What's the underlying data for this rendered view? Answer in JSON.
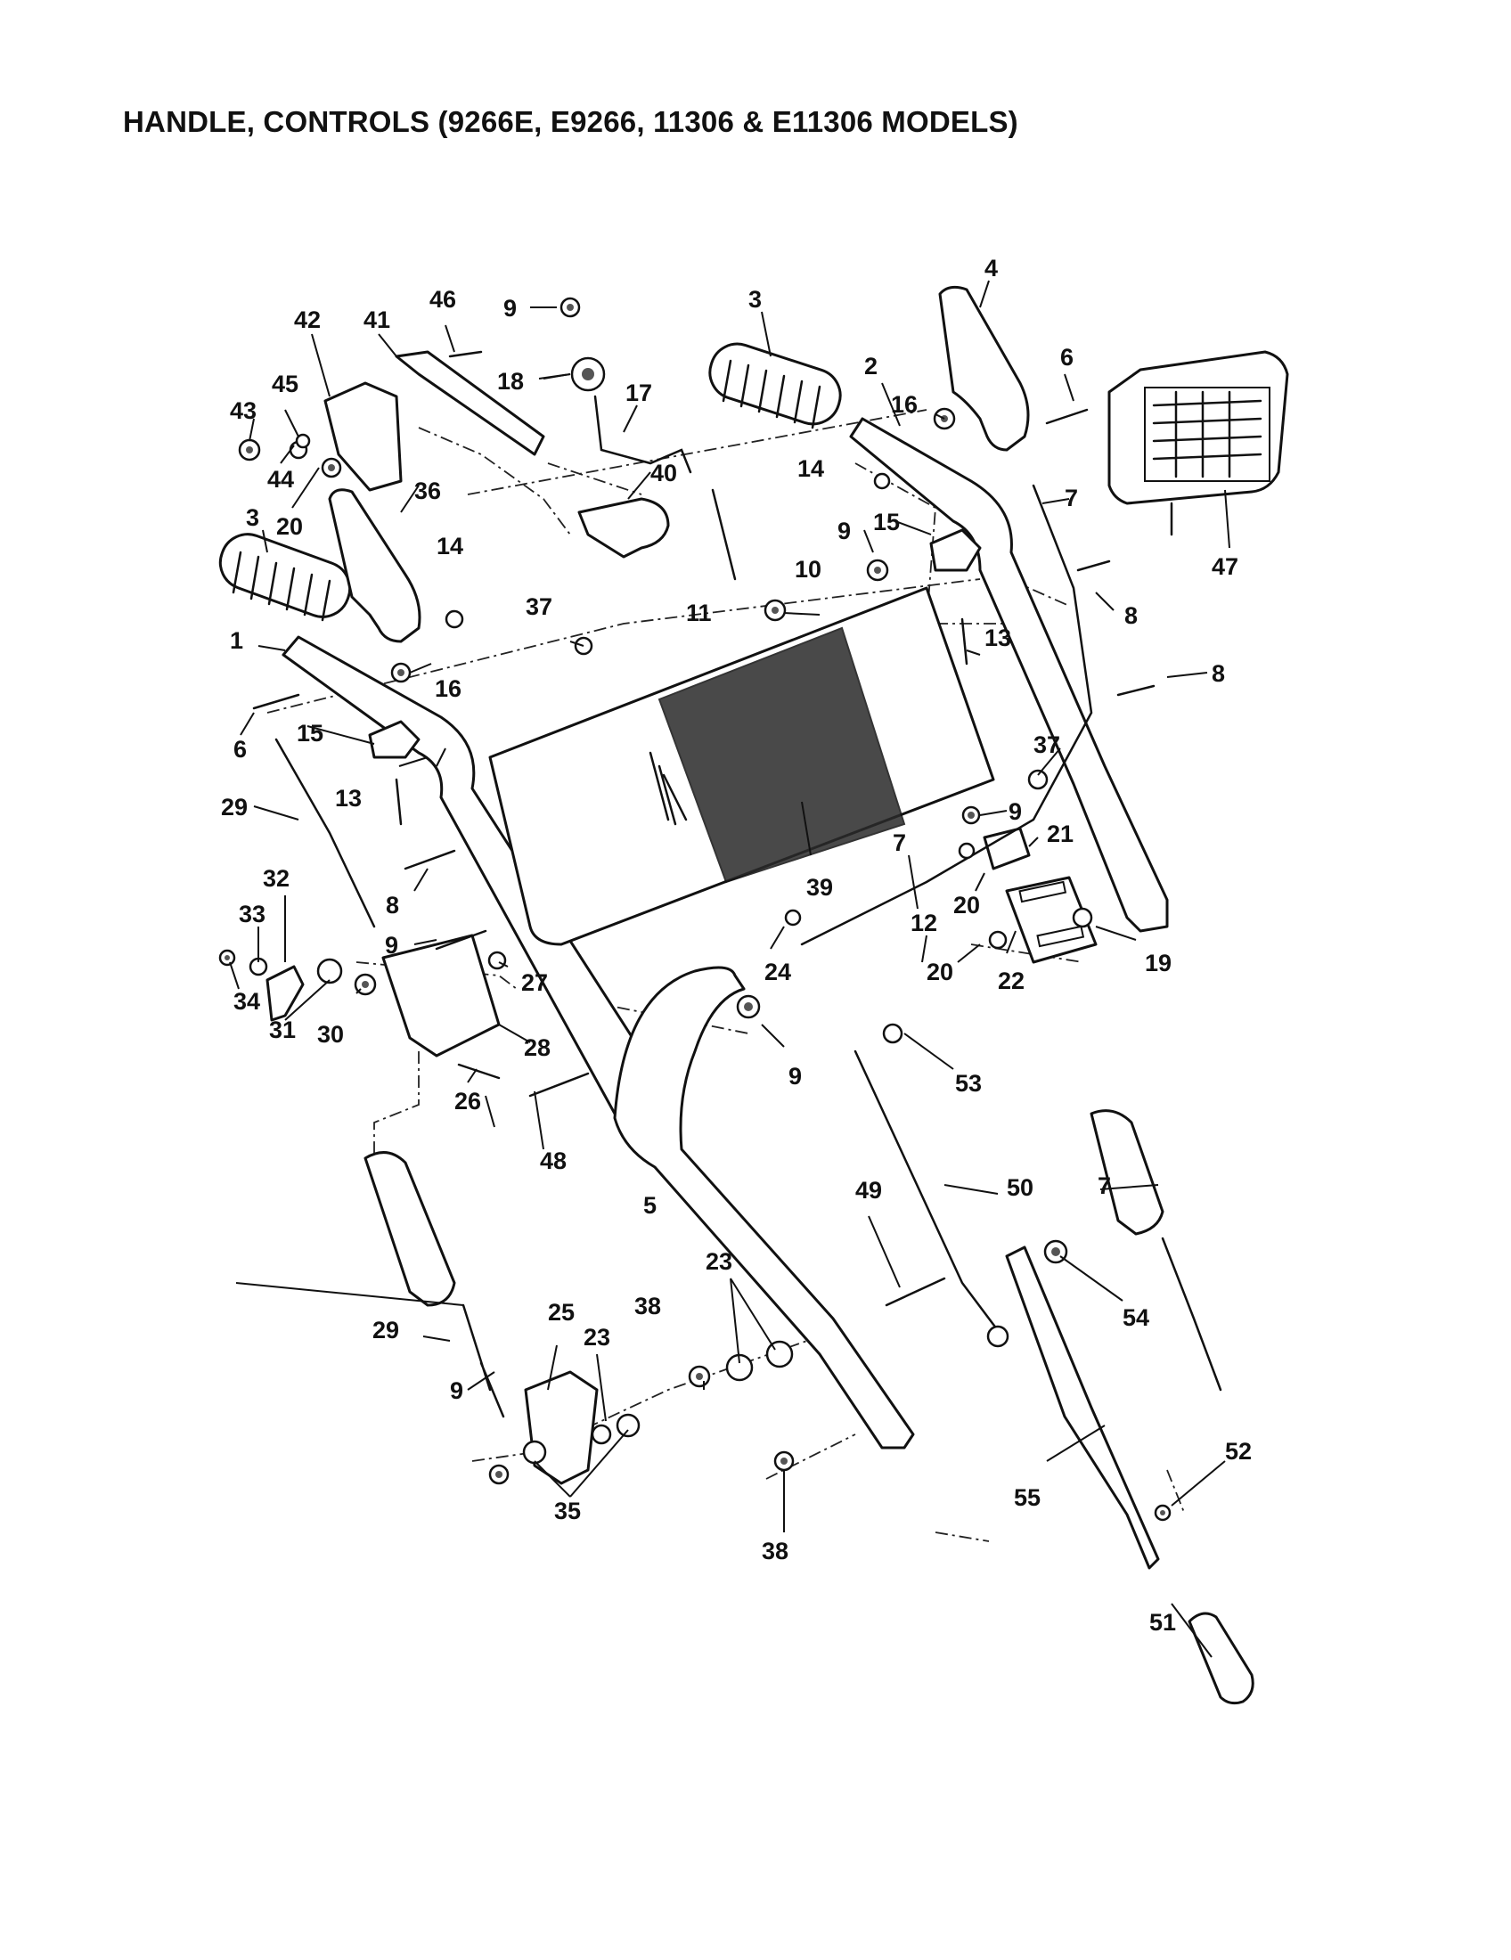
{
  "title": "HANDLE, CONTROLS (9266E, E9266, 11306 & E11306 MODELS)",
  "callouts": [
    "1",
    "2",
    "3",
    "3",
    "4",
    "5",
    "6",
    "6",
    "7",
    "7",
    "7",
    "8",
    "8",
    "8",
    "9",
    "9",
    "9",
    "9",
    "9",
    "9",
    "10",
    "11",
    "12",
    "13",
    "13",
    "14",
    "14",
    "15",
    "15",
    "16",
    "16",
    "17",
    "18",
    "19",
    "20",
    "20",
    "20",
    "21",
    "22",
    "23",
    "23",
    "24",
    "25",
    "26",
    "27",
    "28",
    "29",
    "29",
    "30",
    "31",
    "32",
    "33",
    "34",
    "35",
    "36",
    "37",
    "37",
    "38",
    "38",
    "39",
    "40",
    "41",
    "42",
    "43",
    "44",
    "45",
    "46",
    "47",
    "48",
    "49",
    "50",
    "51",
    "52",
    "53",
    "54",
    "55"
  ]
}
